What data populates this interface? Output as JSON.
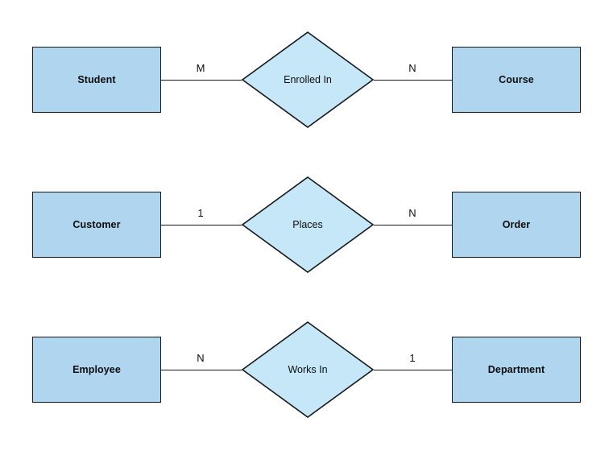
{
  "diagram": {
    "type": "entity-relationship-diagram",
    "background_color": "#ffffff",
    "entity_fill": "#b0d5ef",
    "relationship_fill": "#c5e7f7",
    "stroke_color": "#17181a",
    "rows": [
      {
        "left_entity": "Student",
        "left_cardinality": "M",
        "relationship": "Enrolled In",
        "right_cardinality": "N",
        "right_entity": "Course"
      },
      {
        "left_entity": "Customer",
        "left_cardinality": "1",
        "relationship": "Places",
        "right_cardinality": "N",
        "right_entity": "Order"
      },
      {
        "left_entity": "Employee",
        "left_cardinality": "N",
        "relationship": "Works In",
        "right_cardinality": "1",
        "right_entity": "Department"
      }
    ]
  }
}
